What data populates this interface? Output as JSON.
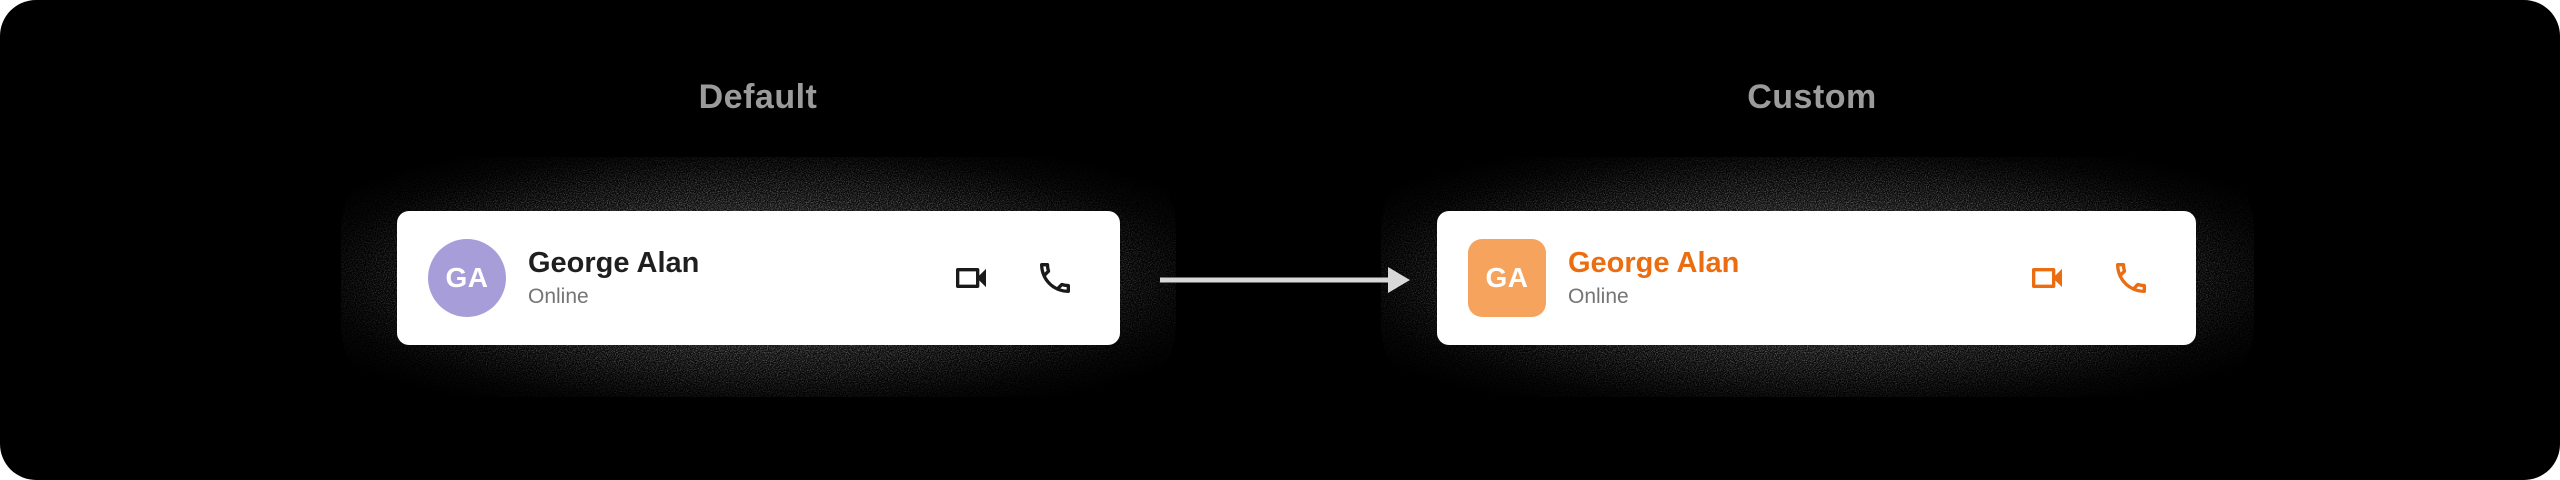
{
  "canvas": {
    "background": "#000000"
  },
  "sections": [
    {
      "label": "Default",
      "card": {
        "avatar": {
          "initials": "GA",
          "background": "#a79dd8",
          "shape": "circle",
          "text_color": "#ffffff"
        },
        "name": "George Alan",
        "name_color": "#1f1f1f",
        "status": "Online",
        "status_color": "#757575",
        "icon_color": "#1a1a1a",
        "icons": [
          "videocam-icon",
          "call-icon"
        ]
      }
    },
    {
      "label": "Custom",
      "card": {
        "avatar": {
          "initials": "GA",
          "background": "#f6a45d",
          "shape": "rounded-square",
          "text_color": "#ffffff"
        },
        "name": "George Alan",
        "name_color": "#ec6c10",
        "status": "Online",
        "status_color": "#757575",
        "icon_color": "#ec6c10",
        "icons": [
          "videocam-icon",
          "call-icon"
        ]
      }
    }
  ],
  "arrow": {
    "direction": "right",
    "color": "#d8d8d8"
  }
}
